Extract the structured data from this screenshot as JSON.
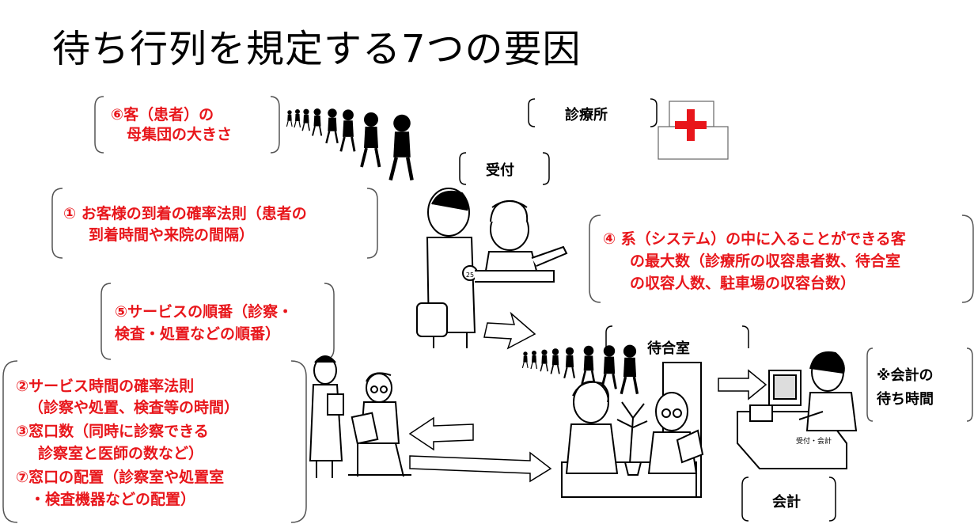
{
  "title": "待ち行列を規定する7つの要因",
  "colors": {
    "accent": "#e8161b",
    "ink": "#000000",
    "panel": "#ffffff"
  },
  "factors": {
    "f6": {
      "line1": "⑥客（患者）の",
      "line2": "母集団の大きさ"
    },
    "f1": {
      "line1": "①  お客様の到着の確率法則（患者の",
      "line2": "到着時間や来院の間隔）"
    },
    "f5": {
      "line1": "⑤サービスの順番（診察・",
      "line2": "検査・処置などの順番）"
    },
    "f4": {
      "line1": "④  系（システム）の中に入ることができる客",
      "line2": "の最大数（診療所の収容患者数、待合室",
      "line3": "の収容人数、駐車場の収容台数）"
    },
    "f2": {
      "line1": "②サービス時間の確率法則",
      "line2": "（診察や処置、検査等の時間）"
    },
    "f3": {
      "line1": "③窓口数（同時に診察できる",
      "line2": "診察室と医師の数など）"
    },
    "f7": {
      "line1": "⑦窓口の配置（診察室や処置室",
      "line2": "・検査機器などの配置）"
    }
  },
  "labels": {
    "clinic": "診療所",
    "reception": "受付",
    "waiting_room": "待合室",
    "cashier": "会計",
    "note_line1": "※会計の",
    "note_line2": "待ち時間"
  },
  "illustration_text": {
    "badge": "25",
    "counter_sign": "受付・会計"
  }
}
